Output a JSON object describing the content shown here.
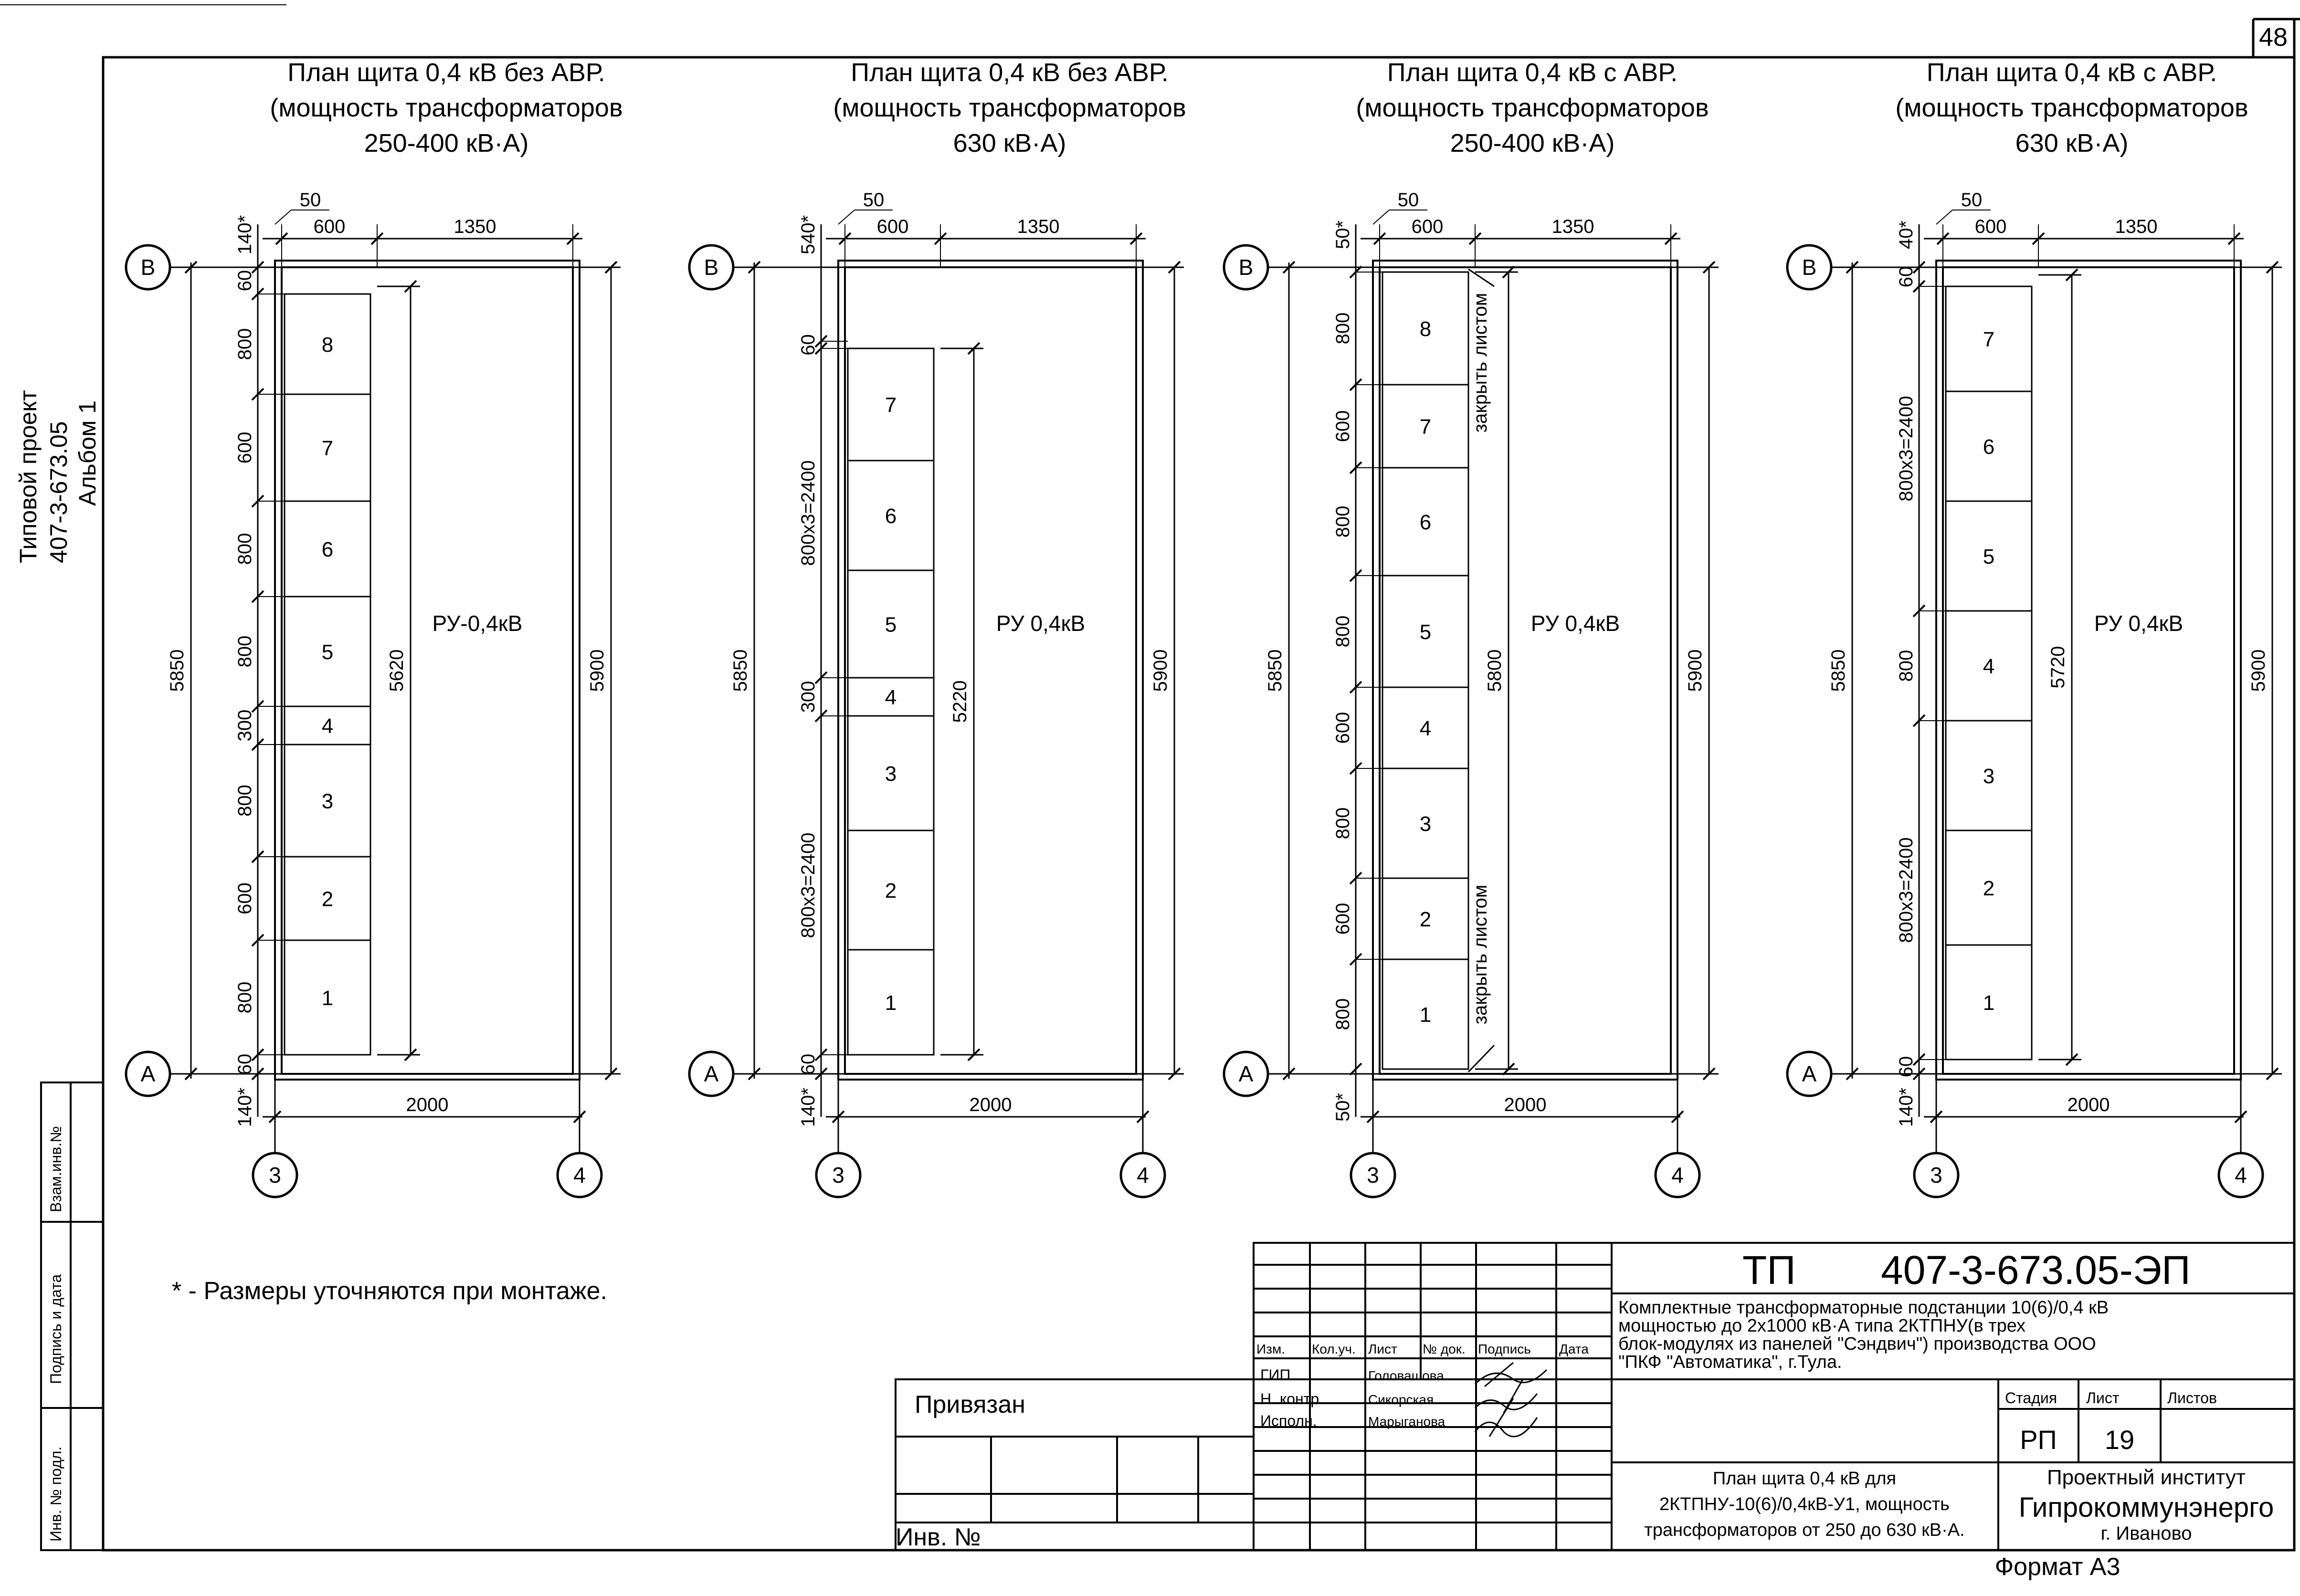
{
  "page_number": "48",
  "side_label": {
    "line1": "Типовой проект",
    "line2": "407-3-673.05",
    "line3": "Альбом 1"
  },
  "margin_stamp": {
    "vzam": "Взам.инв.№",
    "podpis": "Подпись и дата",
    "inv": "Инв. № подл."
  },
  "panels": [
    {
      "title": [
        "План щита 0,4 кВ без АВР.",
        "(мощность трансформаторов",
        "250-400 кВ·А)"
      ],
      "top_gap": "50",
      "w_cab": "600",
      "w_rest": "1350",
      "edge_top": "140*",
      "edge_bottom": "140*",
      "cell_dims": [
        "60",
        "800",
        "600",
        "800",
        "800",
        "300",
        "800",
        "600",
        "800",
        "60"
      ],
      "cells": [
        "8",
        "7",
        "6",
        "5",
        "4",
        "3",
        "2",
        "1"
      ],
      "overall_left": "5850",
      "inner": "5620",
      "overall_right": "5900",
      "ru": "РУ-0,4кВ",
      "bottom_width": "2000",
      "axes": [
        "В",
        "А",
        "3",
        "4"
      ]
    },
    {
      "title": [
        "План щита 0,4 кВ без АВР.",
        "(мощность трансформаторов",
        "630 кВ·А)"
      ],
      "top_gap": "50",
      "w_cab": "600",
      "w_rest": "1350",
      "edge_top": "540*",
      "edge_bottom": "140*",
      "cell_dims": [
        "60",
        "800x3=2400",
        "300",
        "800x3=2400",
        "60"
      ],
      "cells": [
        "7",
        "6",
        "5",
        "4",
        "3",
        "2",
        "1"
      ],
      "overall_left": "5850",
      "inner": "5220",
      "overall_right": "5900",
      "ru": "РУ 0,4кВ",
      "bottom_width": "2000",
      "axes": [
        "В",
        "А",
        "3",
        "4"
      ]
    },
    {
      "title": [
        "План щита 0,4 кВ с АВР.",
        "(мощность трансформаторов",
        "250-400 кВ·А)"
      ],
      "top_gap": "50",
      "w_cab": "600",
      "w_rest": "1350",
      "edge_top": "50*",
      "edge_bottom": "50*",
      "cell_dims": [
        "800",
        "600",
        "800",
        "800",
        "600",
        "800",
        "600",
        "800"
      ],
      "cells": [
        "8",
        "7",
        "6",
        "5",
        "4",
        "3",
        "2",
        "1"
      ],
      "overall_left": "5850",
      "inner": "5800",
      "overall_right": "5900",
      "ru": "РУ 0,4кВ",
      "bottom_width": "2000",
      "axes": [
        "В",
        "А",
        "3",
        "4"
      ],
      "note_top": "закрыть листом",
      "note_bottom": "закрыть листом"
    },
    {
      "title": [
        "План щита 0,4 кВ с АВР.",
        "(мощность трансформаторов",
        "630 кВ·А)"
      ],
      "top_gap": "50",
      "w_cab": "600",
      "w_rest": "1350",
      "edge_top": "40*",
      "edge_bottom": "140*",
      "cell_dims": [
        "60",
        "800x3=2400",
        "800",
        "800x3=2400",
        "60"
      ],
      "cells": [
        "7",
        "6",
        "5",
        "4",
        "3",
        "2",
        "1"
      ],
      "overall_left": "5850",
      "inner": "5720",
      "overall_right": "5900",
      "ru": "РУ 0,4кВ",
      "bottom_width": "2000",
      "axes": [
        "В",
        "А",
        "3",
        "4"
      ]
    }
  ],
  "footnote": "* - Размеры уточняются при монтаже.",
  "title_block": {
    "code_prefix": "ТП",
    "code": "407-3-673.05-ЭП",
    "description": [
      "Комплектные трансформаторные подстанции 10(6)/0,4 кВ",
      "мощностью до 2х1000 кВ·А типа 2КТПНУ(в трех",
      "блок-модулях из панелей \"Сэндвич\") производства ООО",
      "\"ПКФ \"Автоматика\", г.Тула."
    ],
    "headers": [
      "Изм.",
      "Кол.уч.",
      "Лист",
      "№ док.",
      "Подпись",
      "Дата"
    ],
    "roles": [
      {
        "role": "ГИП",
        "name": "Головашова"
      },
      {
        "role": "Н. контр.",
        "name": "Сикорская"
      },
      {
        "role": "Исполн.",
        "name": "Марыганова"
      }
    ],
    "stage_header": "Стадия",
    "sheet_header": "Лист",
    "sheets_header": "Листов",
    "stage": "РП",
    "sheet": "19",
    "sheets": "",
    "drawing_name": [
      "План щита 0,4 кВ для",
      "2КТПНУ-10(6)/0,4кВ-У1, мощность",
      "трансформаторов от 250 до 630 кВ·А."
    ],
    "org": [
      "Проектный институт",
      "Гипрокоммунэнерго",
      "г. Иваново"
    ],
    "bound": "Привязан",
    "inv_no": "Инв. №",
    "format": "Формат А3"
  }
}
